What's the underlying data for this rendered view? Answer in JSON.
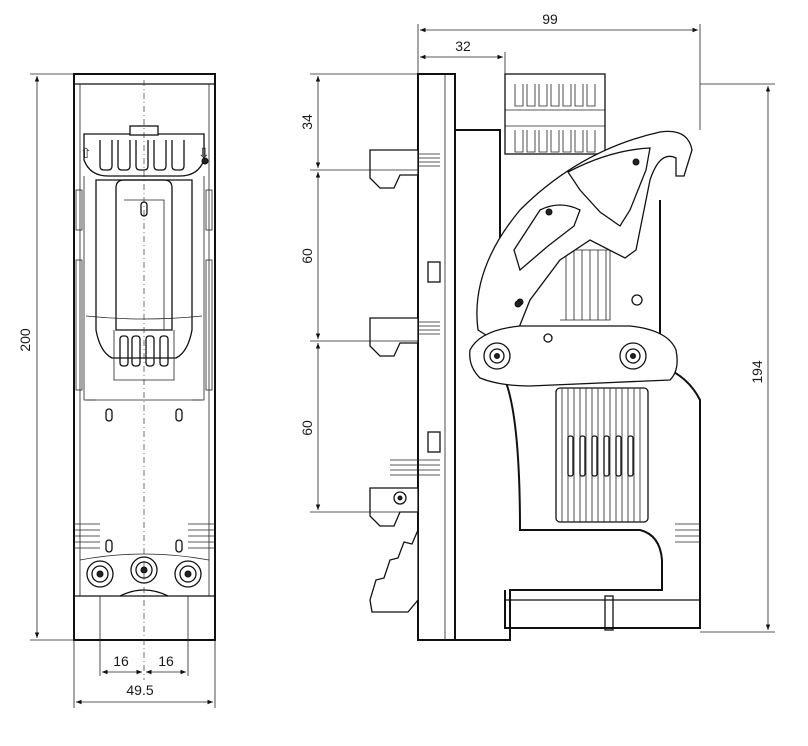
{
  "dimensions": {
    "overall_height_front": "200",
    "overall_width_front": "49.5",
    "terminal_spacing_left": "16",
    "terminal_spacing_right": "16",
    "overall_depth_side": "99",
    "rail_offset_side": "32",
    "top_offset_side": "34",
    "rail_pitch_upper": "60",
    "rail_pitch_lower": "60",
    "overall_height_side": "194"
  },
  "arrow_glyphs": {
    "up": "⇧",
    "down": "⇩"
  }
}
